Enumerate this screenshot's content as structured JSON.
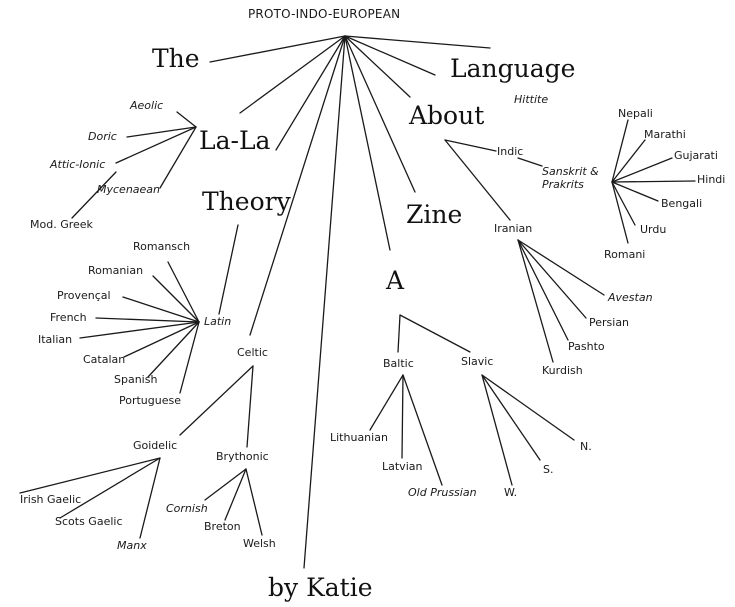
{
  "root": "PROTO-INDO-EUROPEAN",
  "title_words": {
    "the": "The",
    "la_la": "La-La",
    "theory": "Theory",
    "a": "A",
    "zine": "Zine",
    "about": "About",
    "language": "Language",
    "by_katie": "by Katie"
  },
  "hittite": "Hittite",
  "greek": {
    "aeolic": "Aeolic",
    "doric": "Doric",
    "attic_ionic": "Attic-Ionic",
    "mycenaean": "Mycenaean",
    "modern": "Mod. Greek"
  },
  "latin": {
    "name": "Latin",
    "children": {
      "romansch": "Romansch",
      "romanian": "Romanian",
      "provencal": "Provençal",
      "french": "French",
      "italian": "Italian",
      "catalan": "Catalan",
      "spanish": "Spanish",
      "portuguese": "Portuguese"
    }
  },
  "celtic": {
    "name": "Celtic",
    "goidelic": {
      "name": "Goidelic",
      "irish": "Irish Gaelic",
      "scots": "Scots Gaelic",
      "manx": "Manx"
    },
    "brythonic": {
      "name": "Brythonic",
      "cornish": "Cornish",
      "breton": "Breton",
      "welsh": "Welsh"
    }
  },
  "balto_slavic": {
    "baltic": {
      "name": "Baltic",
      "lithuanian": "Lithuanian",
      "latvian": "Latvian",
      "old_prussian": "Old Prussian"
    },
    "slavic": {
      "name": "Slavic",
      "n": "N.",
      "s": "S.",
      "w": "W."
    }
  },
  "indo_iranian": {
    "indic": "Indic",
    "sanskrit_line1": "Sanskrit &",
    "sanskrit_line2": "Prakrits",
    "modern_indic": {
      "nepali": "Nepali",
      "marathi": "Marathi",
      "gujarati": "Gujarati",
      "hindi": "Hindi",
      "bengali": "Bengali",
      "urdu": "Urdu",
      "romani": "Romani"
    },
    "iranian": {
      "name": "Iranian",
      "avestan": "Avestan",
      "persian": "Persian",
      "pashto": "Pashto",
      "kurdish": "Kurdish"
    }
  }
}
